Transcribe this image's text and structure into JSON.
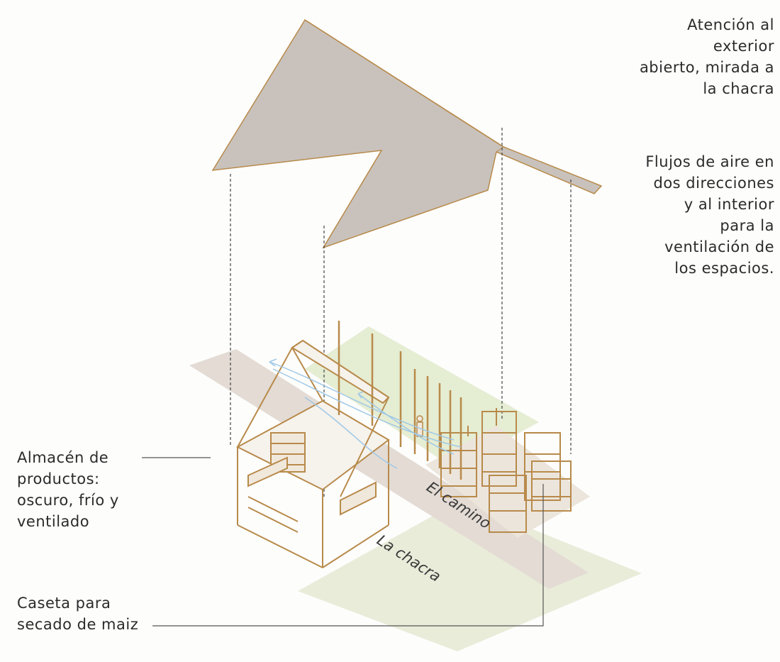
{
  "annotations": {
    "exterior": [
      "Atención al",
      "exterior",
      "abierto, mirada a",
      "la chacra"
    ],
    "airflow": [
      "Flujos de aire en",
      "dos direcciones",
      "y al interior",
      "para la",
      "ventilación de",
      "los espacios."
    ],
    "storage": [
      "Almacén de",
      "productos:",
      "oscuro, frío y",
      "ventilado"
    ],
    "drying": [
      "Caseta para",
      "secado de maiz"
    ]
  },
  "ground_labels": {
    "road": "El camino",
    "field": "La chacra"
  },
  "colors": {
    "roof": "#c9c2bc",
    "timber": "#b88a4a",
    "road": "#e3dbd4",
    "field": "#e9ecd9",
    "glow": "#dfe9c8",
    "airflow": "#9fc8e6",
    "leader": "#555555"
  }
}
